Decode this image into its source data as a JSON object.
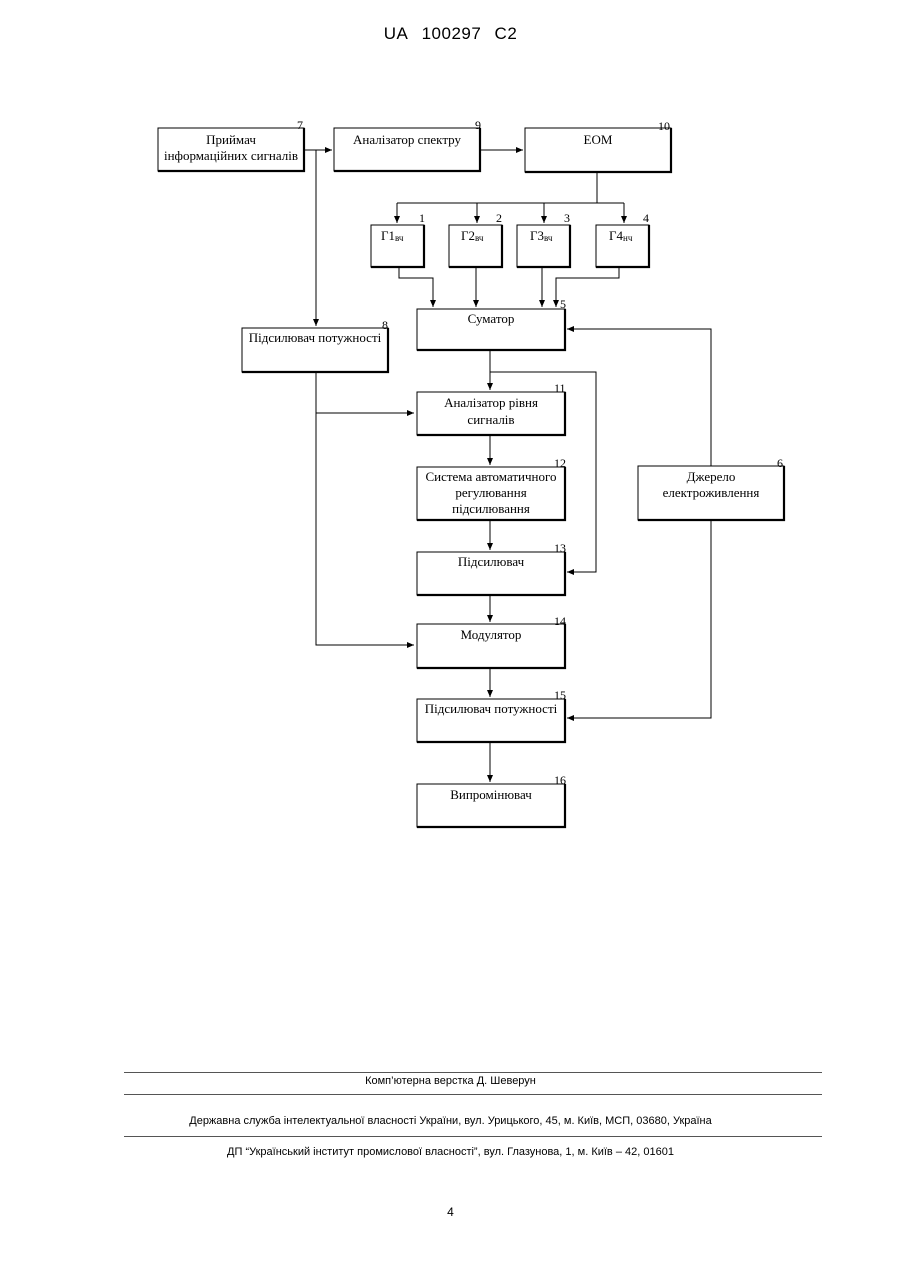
{
  "header": {
    "country": "UA",
    "number": "100297",
    "kind": "C2"
  },
  "blocks": {
    "receiver": {
      "num": "7",
      "line1": "Приймач",
      "line2": "інформаційних сигналів"
    },
    "spectrum_analyzer": {
      "num": "9",
      "label": "Аналізатор спектру"
    },
    "computer": {
      "num": "10",
      "label": "ЕОМ"
    },
    "gen1": {
      "num": "1",
      "main": "Г1",
      "sub": "вч"
    },
    "gen2": {
      "num": "2",
      "main": "Г2",
      "sub": "вч"
    },
    "gen3": {
      "num": "3",
      "main": "Г3",
      "sub": "вч"
    },
    "gen4": {
      "num": "4",
      "main": "Г4",
      "sub": "нч"
    },
    "adder": {
      "num": "5",
      "label": "Суматор"
    },
    "power_amp_1": {
      "num": "8",
      "label": "Підсилювач потужності"
    },
    "level_analyzer": {
      "num": "11",
      "line1": "Аналізатор рівня",
      "line2": "сигналів"
    },
    "agc": {
      "num": "12",
      "line1": "Система автоматичного",
      "line2": "регулювання",
      "line3": "підсилювання"
    },
    "power_supply": {
      "num": "6",
      "line1": "Джерело",
      "line2": "електроживлення"
    },
    "amplifier": {
      "num": "13",
      "label": "Підсилювач"
    },
    "modulator": {
      "num": "14",
      "label": "Модулятор"
    },
    "power_amp_2": {
      "num": "15",
      "label": "Підсилювач потужності"
    },
    "emitter": {
      "num": "16",
      "label": "Випромінювач"
    }
  },
  "footer": {
    "layout": "Комп’ютерна верстка Д. Шеверун",
    "office": "Державна служба інтелектуальної власності України, вул. Урицького, 45, м. Київ, МСП, 03680, Україна",
    "institute": "ДП “Український інститут промислової власності”, вул. Глазунова, 1, м. Київ – 42, 01601",
    "page": "4"
  }
}
